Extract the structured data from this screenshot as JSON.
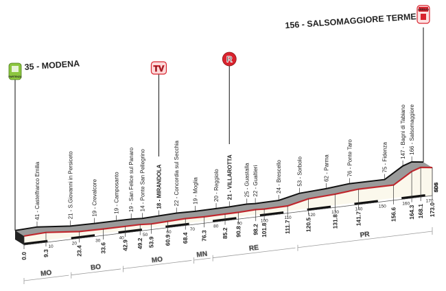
{
  "chart_data": {
    "type": "area",
    "title": "",
    "x_unit": "km",
    "y_unit": "m",
    "start": {
      "label": "35 - MODENA",
      "badge": "PARTENZA",
      "color": "#8cc63f"
    },
    "finish": {
      "label": "156 - SALSOMAGGIORE TERME",
      "badge": "ARRIVO",
      "color": "#d9232e"
    },
    "markers": [
      {
        "type": "TV",
        "km": 60.9,
        "color": "#d9232e"
      },
      {
        "type": "R",
        "km": 90.8,
        "color": "#d9232e"
      }
    ],
    "points": [
      {
        "km": 0.0,
        "elev": 35,
        "label": "",
        "km_label": "0.0"
      },
      {
        "km": 9.3,
        "elev": 41,
        "label": "41 - Castelfranco Emilia",
        "km_label": "9.3"
      },
      {
        "km": 23.4,
        "elev": 21,
        "label": "21 - S.Giovanni in Persiceto",
        "km_label": "23.4"
      },
      {
        "km": 33.6,
        "elev": 19,
        "label": "19 - Crevalcore",
        "km_label": "33.6"
      },
      {
        "km": 42.9,
        "elev": 19,
        "label": "19 - Camposanto",
        "km_label": "42.9"
      },
      {
        "km": 49.2,
        "elev": 19,
        "label": "19 - San Felice sul Panaro",
        "km_label": "49.2"
      },
      {
        "km": 53.9,
        "elev": 14,
        "label": "14 - Ponte San Pellegrino",
        "km_label": "53.9"
      },
      {
        "km": 60.9,
        "elev": 18,
        "label": "18 - MIRANDOLA",
        "km_label": "60.9",
        "bold": true
      },
      {
        "km": 68.4,
        "elev": 22,
        "label": "22 - Concordia sul Secchia",
        "km_label": "68.4"
      },
      {
        "km": 76.3,
        "elev": 19,
        "label": "19 - Moglia",
        "km_label": "76.3"
      },
      {
        "km": 85.2,
        "elev": 20,
        "label": "20 - Reggiolo",
        "km_label": "85.2"
      },
      {
        "km": 90.8,
        "elev": 21,
        "label": "21 - VILLAROTTA",
        "km_label": "90.8",
        "bold": true
      },
      {
        "km": 98.2,
        "elev": 25,
        "label": "25 - Guastalla",
        "km_label": "98.2"
      },
      {
        "km": 101.8,
        "elev": 22,
        "label": "22 - Gualtieri",
        "km_label": "101.8"
      },
      {
        "km": 111.7,
        "elev": 24,
        "label": "24 - Brescello",
        "km_label": "111.7"
      },
      {
        "km": 120.5,
        "elev": 53,
        "label": "53 - Sorbolo",
        "km_label": "120.5"
      },
      {
        "km": 131.8,
        "elev": 62,
        "label": "62 - Parma",
        "km_label": "131.8"
      },
      {
        "km": 141.7,
        "elev": 76,
        "label": "76 - Ponte Taro",
        "km_label": "141.7"
      },
      {
        "km": 156.6,
        "elev": 75,
        "label": "75 - Fidenza",
        "km_label": "156.6"
      },
      {
        "km": 164.3,
        "elev": 147,
        "label": "147 - Bagni di Tabiano",
        "km_label": "164.3"
      },
      {
        "km": 168.1,
        "elev": 166,
        "label": "166 - Salsomaggiore",
        "km_label": "168.1"
      },
      {
        "km": 173.0,
        "elev": 156,
        "label": "",
        "km_label": "173.0"
      }
    ],
    "scale_ticks": [
      10,
      20,
      30,
      40,
      50,
      60,
      70,
      80,
      90,
      100,
      110,
      120,
      130,
      140,
      150,
      160,
      170
    ],
    "sprint_label": "SDS",
    "provinces": [
      {
        "name": "MO",
        "from": 0,
        "to": 19
      },
      {
        "name": "BO",
        "from": 20,
        "to": 41
      },
      {
        "name": "MO",
        "from": 42,
        "to": 71
      },
      {
        "name": "MN",
        "from": 72,
        "to": 79
      },
      {
        "name": "RE",
        "from": 80,
        "to": 115
      },
      {
        "name": "PR",
        "from": 116,
        "to": 173
      }
    ],
    "xlim": [
      0,
      173
    ],
    "colors": {
      "road": "#c0272d",
      "surface": "#9a9a9a",
      "face": "#fbf8ec",
      "outline": "#111111"
    }
  }
}
